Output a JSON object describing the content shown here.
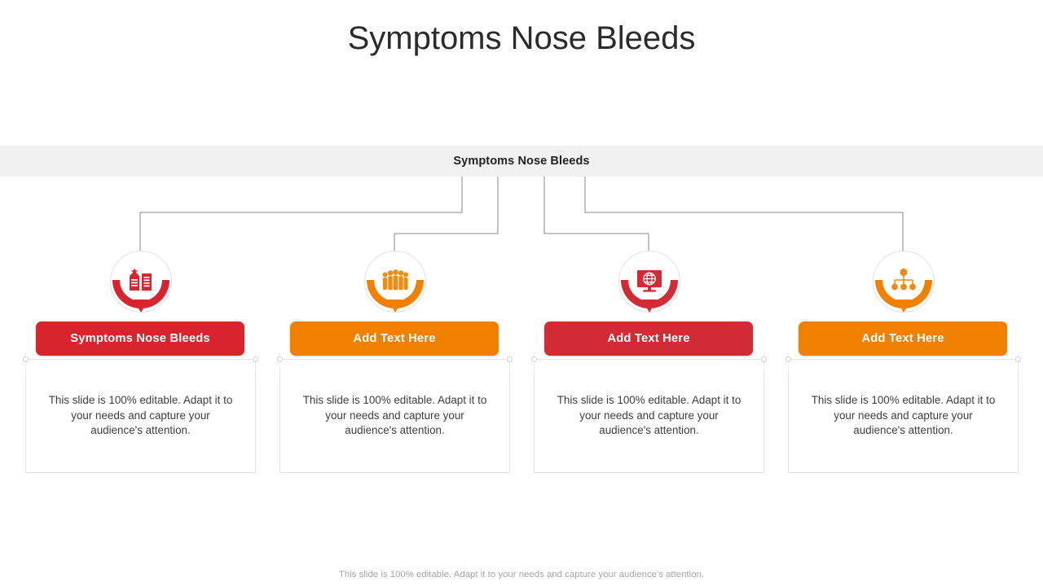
{
  "slide": {
    "title": "Symptoms Nose Bleeds",
    "root_label": "Symptoms Nose Bleeds",
    "footer": "This slide is 100% editable. Adapt it to your needs and capture your audience's attention."
  },
  "colors": {
    "red_primary": "#D8242C",
    "red_secondary": "#D22B35",
    "orange_primary": "#F08000",
    "orange_secondary": "#EE8C14",
    "header_bg": "#F1F1F1",
    "connector_line": "#8a8a8a",
    "card_border": "#E4E4E4",
    "title_text": "#2B2B2B",
    "body_text": "#3F3F3F",
    "footer_text": "#A6A6A6"
  },
  "body_text": "This slide is 100% editable.  Adapt it to your needs and capture your audience's attention.",
  "branches": [
    {
      "id": "branch-1",
      "icon": "hospital-building-icon",
      "icon_color": "#D8242C",
      "arc_color": "#D8242C",
      "label": "Symptoms Nose Bleeds",
      "pill_color": "#D8242C",
      "body": "This slide is 100% editable.  Adapt it to your needs and capture your audience's attention."
    },
    {
      "id": "branch-2",
      "icon": "people-group-icon",
      "icon_color": "#EE8C14",
      "arc_color": "#F08000",
      "label": "Add  Text Here",
      "pill_color": "#F08000",
      "body": "This slide is 100% editable.  Adapt it to your needs and capture your audience's attention."
    },
    {
      "id": "branch-3",
      "icon": "monitor-globe-icon",
      "icon_color": "#D22B35",
      "arc_color": "#D22B35",
      "label": "Add  Text Here",
      "pill_color": "#D22B35",
      "body": "This slide is 100% editable.  Adapt it to your needs and capture your audience's attention."
    },
    {
      "id": "branch-4",
      "icon": "org-chart-icon",
      "icon_color": "#EE8C14",
      "arc_color": "#F08000",
      "label": "Add  Text Here",
      "pill_color": "#F08000",
      "body": "This slide is 100% editable.  Adapt it to your needs and capture your audience's attention."
    }
  ]
}
